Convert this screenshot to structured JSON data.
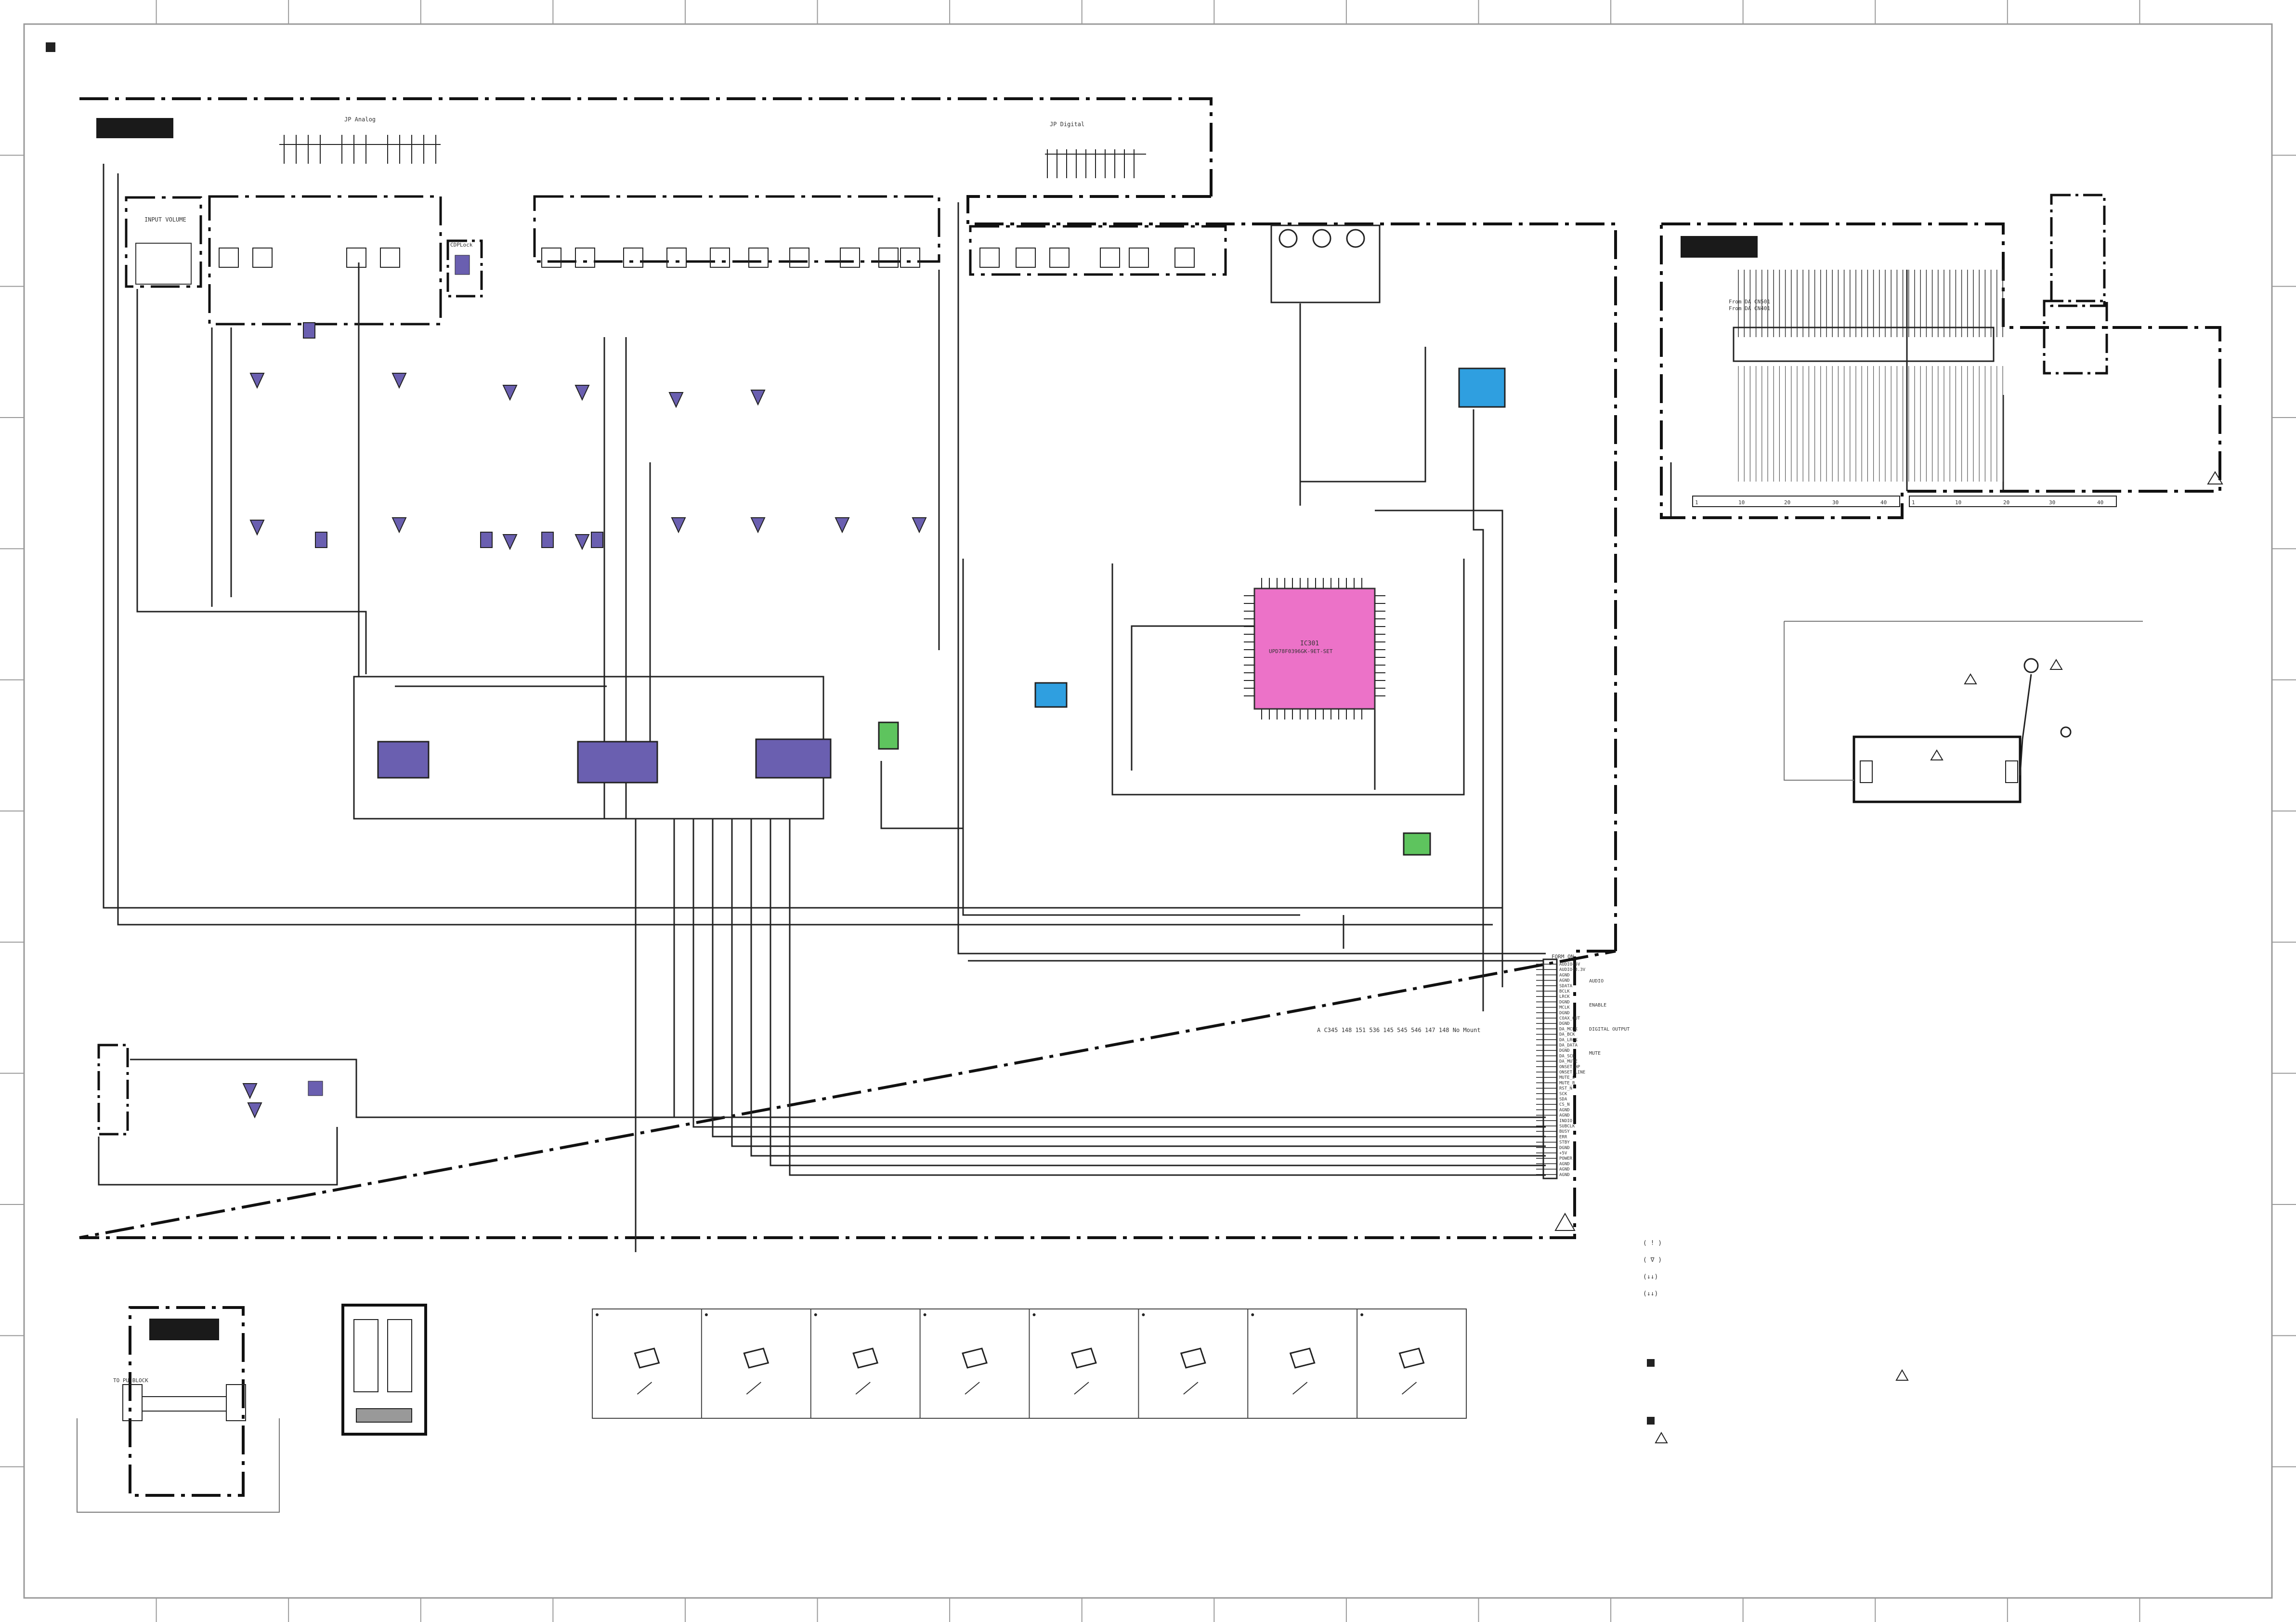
{
  "sheet": {
    "grid_columns": 17,
    "grid_rows": 12
  },
  "colors": {
    "line": "#222222",
    "thin_line": "#444444",
    "ic_purple": "#6a5fb0",
    "ic_pink": "#ec72c8",
    "ic_blue": "#2f9fe0",
    "ic_green": "#5ec45e",
    "label_box": "#1a1a1a"
  },
  "main_board": {
    "connector_labels": {
      "jp_analog": "JP Analog",
      "jp_digital": "JP Digital",
      "input_volume": "INPUT VOLUME",
      "cdp_lock": "CDPLock",
      "to_pu_block": "TO PU BLOCK"
    },
    "ic_main": {
      "ref": "IC301",
      "part": "UPD78F0396GK-9ET-SET"
    },
    "annotation_mute": "A C345 148 151 536 145 545 546 147 148 No Mount",
    "form_connector_title": "FORM ON"
  },
  "right_pins": [
    "AUDIO+5V",
    "AUDIO+3.3V",
    "AGND",
    "AGND",
    "SDATA",
    "BCLK",
    "LRCK",
    "DGND",
    "MCLK",
    "DGND",
    "COAX_OUT",
    "DGND",
    "DA_MCLK",
    "DA_BCK",
    "DA_LRCK",
    "DA_DATA",
    "DGND",
    "DA_SCK",
    "DA_MUTE",
    "ONSET_HP",
    "ONSET_LINE",
    "MUTE_L",
    "MUTE_R",
    "RST_N",
    "SCK",
    "SDA",
    "CS_N",
    "AGND",
    "AGND",
    "INDIO",
    "SUBCLK",
    "BUSY",
    "ERR",
    "STBY",
    "DGND",
    "+5V",
    "POWER",
    "AGND",
    "AGND",
    "AGND"
  ],
  "right_pin_groups": [
    "AUDIO",
    "ENABLE",
    "DIGITAL OUTPUT",
    "MUTE"
  ],
  "sub_board": {
    "title_lines": [
      "From DA CN501",
      "From DA CN401"
    ],
    "pin_scale": [
      "1",
      "10",
      "20",
      "30",
      "40",
      "1",
      "10",
      "20",
      "30",
      "40"
    ]
  },
  "component_table": {
    "cells": 8
  },
  "legend": {
    "items": [
      "( ! )",
      "( ∇ )",
      "(↓↓)",
      "(↓↓)"
    ]
  },
  "notes": {
    "count": 2
  }
}
